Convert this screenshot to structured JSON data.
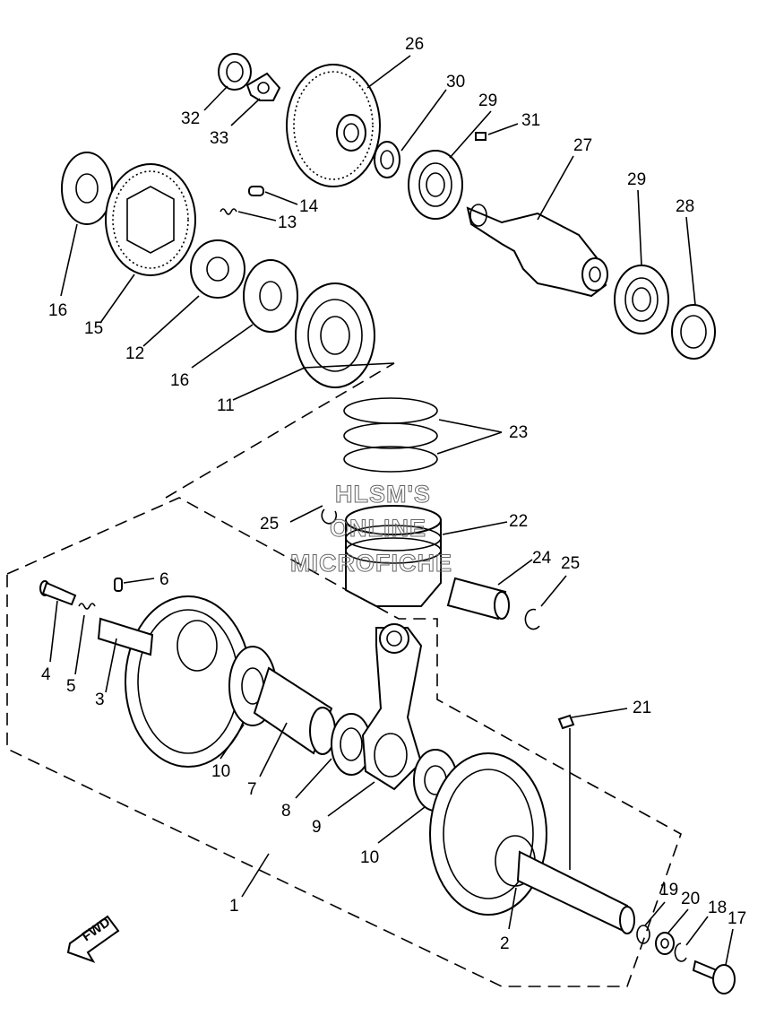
{
  "watermark": {
    "line1": "HLSM'S",
    "line2": "ONLINE",
    "line3": "MICROFICHE"
  },
  "fwd_label": "FWD",
  "callouts": {
    "c1": "1",
    "c2": "2",
    "c3": "3",
    "c4": "4",
    "c5": "5",
    "c6": "6",
    "c7": "7",
    "c8": "8",
    "c9": "9",
    "c10a": "10",
    "c10b": "10",
    "c11": "11",
    "c12": "12",
    "c13": "13",
    "c14": "14",
    "c15": "15",
    "c16a": "16",
    "c16b": "16",
    "c17": "17",
    "c18": "18",
    "c19": "19",
    "c20": "20",
    "c21": "21",
    "c22": "22",
    "c23": "23",
    "c24": "24",
    "c25a": "25",
    "c25b": "25",
    "c26": "26",
    "c27": "27",
    "c28": "28",
    "c29a": "29",
    "c29b": "29",
    "c30": "30",
    "c31": "31",
    "c32": "32",
    "c33": "33"
  }
}
